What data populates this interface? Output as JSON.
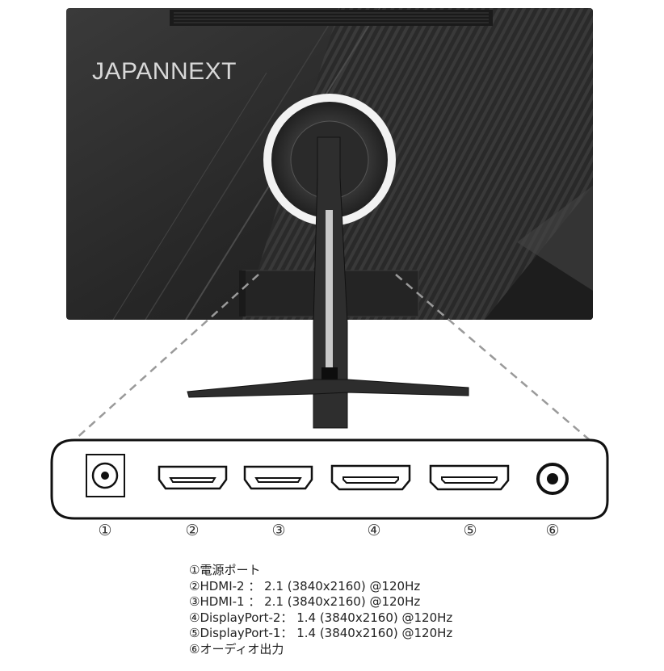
{
  "monitor": {
    "brand_logo": "JAPANNEXT"
  },
  "port_numbers": [
    "①",
    "②",
    "③",
    "④",
    "⑤",
    "⑥"
  ],
  "ports": [
    {
      "icon": "power-port-icon"
    },
    {
      "icon": "hdmi-port-icon"
    },
    {
      "icon": "hdmi-port-icon"
    },
    {
      "icon": "displayport-port-icon"
    },
    {
      "icon": "displayport-port-icon"
    },
    {
      "icon": "audio-jack-icon"
    }
  ],
  "legend": [
    "①電源ポート",
    "②HDMI-2 ： 2.1 (3840x2160) @120Hz",
    "③HDMI-1 ： 2.1 (3840x2160) @120Hz",
    "④DisplayPort-2： 1.4 (3840x2160) @120Hz",
    "⑤DisplayPort-1： 1.4 (3840x2160) @120Hz",
    "⑥オーディオ出力"
  ],
  "colors": {
    "monitor_body": "#2b2b2b",
    "monitor_highlight": "#4a4a4a",
    "ring_light": "#f2f2f2",
    "outline": "#111111",
    "dash_line": "#9a9a9a"
  }
}
